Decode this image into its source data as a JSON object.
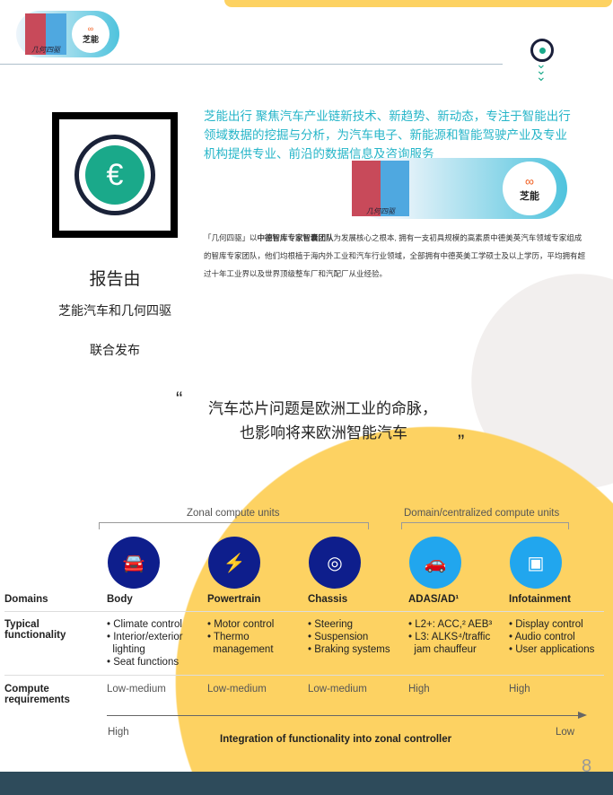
{
  "header": {
    "logo_left_text": "几何四驱",
    "logo_right_text": "芝能"
  },
  "intro": {
    "text": "芝能出行 聚焦汽车产业链新技术、新趋势、新动态，专注于智能出行领域数据的挖掘与分析，为汽车电子、新能源和智能驾驶产业及专业机构提供专业、前沿的数据信息及咨询服务",
    "logo_left_text": "几何四驱",
    "logo_right_text": "芝能",
    "desc_pre": "「几何四驱」以",
    "desc_bold": "中德智库专家智囊团队",
    "desc_post": "为发展核心之根本, 拥有一支初具规模的高素质中德美英汽车领域专家组成的智库专家团队，他们均根植于海内外工业和汽车行业领域，全部拥有中德英美工学硕士及以上学历，平均拥有超过十年工业界以及世界顶级整车厂和汽配厂从业经验。"
  },
  "report": {
    "line1": "报告由",
    "line2": "芝能汽车和几何四驱",
    "line3": "联合发布",
    "euro": "€"
  },
  "quote": {
    "open": "“",
    "line1": "汽车芯片问题是欧洲工业的命脉，",
    "line2": "也影响将来欧洲智能汽车",
    "close": "”"
  },
  "figure": {
    "group1": "Zonal compute units",
    "group2": "Domain/centralized compute units",
    "row_labels": [
      "Domains",
      "Typical functionality",
      "Compute requirements"
    ],
    "columns": [
      {
        "name": "Body",
        "func": [
          "• Climate control",
          "• Interior/exterior",
          "  lighting",
          "• Seat functions"
        ],
        "req": "Low-medium",
        "icon": "car-convertible"
      },
      {
        "name": "Powertrain",
        "func": [
          "• Motor control",
          "• Thermo",
          "  management"
        ],
        "req": "Low-medium",
        "icon": "engine-plug"
      },
      {
        "name": "Chassis",
        "func": [
          "• Steering",
          "• Suspension",
          "• Braking systems"
        ],
        "req": "Low-medium",
        "icon": "steering-wheel"
      },
      {
        "name": "ADAS/AD¹",
        "func": [
          "• L2+: ACC,² AEB³",
          "• L3: ALKS⁴/traffic",
          "  jam chauffeur"
        ],
        "req": "High",
        "icon": "car-signal"
      },
      {
        "name": "Infotainment",
        "func": [
          "• Display control",
          "• Audio control",
          "• User applications"
        ],
        "req": "High",
        "icon": "touch-screen"
      }
    ],
    "axis_high": "High",
    "axis_low": "Low",
    "axis_label": "Integration of functionality into zonal controller"
  },
  "page_number": "8"
}
